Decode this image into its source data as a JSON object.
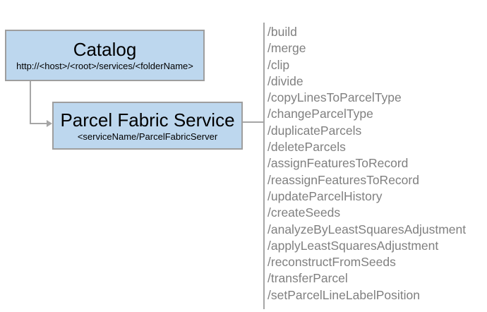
{
  "diagram": {
    "nodes": {
      "catalog": {
        "title": "Catalog",
        "subtitle": "http://<host>/<root>/services/<folderName>"
      },
      "parcel_fabric_service": {
        "title": "Parcel Fabric Service",
        "subtitle": "<serviceName/ParcelFabricServer"
      }
    },
    "endpoints": [
      "/build",
      "/merge",
      "/clip",
      "/divide",
      "/copyLinesToParcelType",
      "/changeParcelType",
      "/duplicateParcels",
      "/deleteParcels",
      "/assignFeaturesToRecord",
      "/reassignFeaturesToRecord",
      "/updateParcelHistory",
      "/createSeeds",
      "/analyzeByLeastSquaresAdjustment",
      "/applyLeastSquaresAdjustment",
      "/reconstructFromSeeds",
      "/transferParcel",
      "/setParcelLineLabelPosition"
    ],
    "colors": {
      "node_fill": "#bdd7ee",
      "node_border": "#9e9e9e",
      "connector": "#a6a6a6",
      "endpoint_text": "#808080",
      "node_text": "#000000",
      "background": "#ffffff"
    }
  }
}
